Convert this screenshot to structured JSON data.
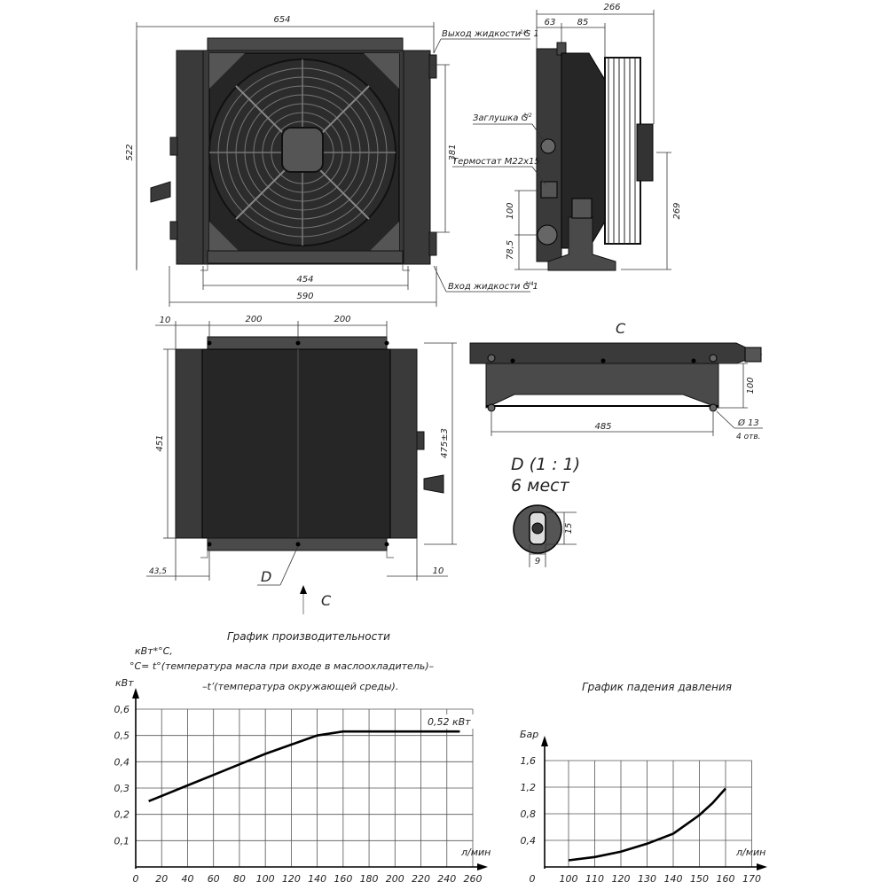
{
  "front_view": {
    "dim_width_outer": "654",
    "dim_height": "522",
    "dim_height_inner": "381",
    "dim_base_inner": "454",
    "dim_base_outer": "590",
    "label_outlet": "Выход жидкости G 1",
    "label_outlet_frac": "1/4",
    "label_inlet": "Вход жидкости G 1",
    "label_inlet_frac": "1/4"
  },
  "side_view": {
    "dim_depth": "266",
    "dim_63": "63",
    "dim_85": "85",
    "dim_269": "269",
    "dim_100": "100",
    "dim_78_5": "78,5",
    "label_plug": "Заглушка G",
    "label_plug_frac": "1/2",
    "label_thermostat": "Термостат М22х15"
  },
  "rear_view": {
    "dim_10_top": "10",
    "dim_200_a": "200",
    "dim_200_b": "200",
    "dim_451": "451",
    "dim_475": "475±3",
    "dim_43_5": "43,5",
    "dim_10_bottom": "10",
    "label_d": "D",
    "label_c_arrow": "C"
  },
  "view_c": {
    "label_c": "C",
    "dim_100": "100",
    "dim_485": "485",
    "dim_hole": "Ø 13",
    "dim_holes_count": "4 отв."
  },
  "detail_d": {
    "title": "D (1 : 1)",
    "subtitle": "6 мест",
    "dim_15": "15",
    "dim_9": "9"
  },
  "chart_data": [
    {
      "type": "line",
      "title": "График производительности",
      "unit_note": "кВт*°C,",
      "note_line1": "°C= t°(температура масла при входе в маслоохладитель)–",
      "note_line2": "–t’(температура окружающей среды).",
      "ylabel": "кВт",
      "xlabel": "л/мин",
      "annotation": "0,52 кВт",
      "x_ticks": [
        "0",
        "20",
        "40",
        "60",
        "80",
        "100",
        "120",
        "140",
        "160",
        "180",
        "200",
        "220",
        "240",
        "260"
      ],
      "y_ticks": [
        "0",
        "0,1",
        "0,2",
        "0,3",
        "0,4",
        "0,5",
        "0,6"
      ],
      "xlim": [
        0,
        260
      ],
      "ylim": [
        0,
        0.6
      ],
      "series": [
        {
          "x": [
            10,
            20,
            40,
            60,
            80,
            100,
            120,
            140,
            160,
            180,
            200,
            220,
            240,
            250
          ],
          "y": [
            0.25,
            0.27,
            0.31,
            0.35,
            0.39,
            0.43,
            0.465,
            0.5,
            0.515,
            0.515,
            0.515,
            0.515,
            0.515,
            0.515
          ]
        }
      ]
    },
    {
      "type": "line",
      "title": "График падения давления",
      "ylabel": "Бар",
      "xlabel": "л/мин",
      "x_ticks": [
        "0",
        "100",
        "110",
        "120",
        "130",
        "140",
        "150",
        "160",
        "170"
      ],
      "y_ticks": [
        "0,4",
        "0,8",
        "1,2",
        "1,6"
      ],
      "xlim": [
        100,
        170
      ],
      "ylim": [
        0,
        1.6
      ],
      "series": [
        {
          "x": [
            100,
            110,
            120,
            130,
            140,
            150,
            155,
            160
          ],
          "y": [
            0.1,
            0.15,
            0.23,
            0.35,
            0.5,
            0.78,
            0.96,
            1.18
          ]
        }
      ]
    }
  ]
}
